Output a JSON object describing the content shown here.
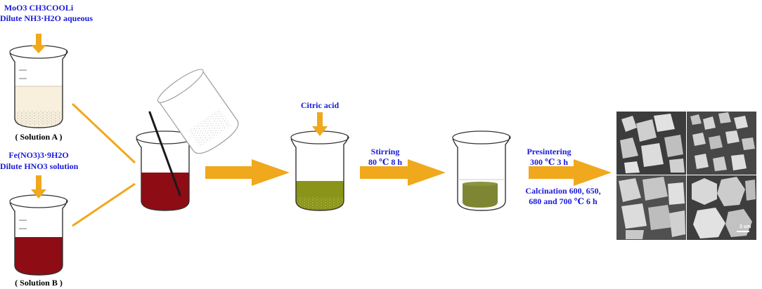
{
  "solution_a": {
    "reagent_line1": "MoO3  CH3COOLi",
    "reagent_line2": "Dilute  NH3·H2O aqueous",
    "caption": "( Solution A )"
  },
  "solution_b": {
    "reagent_line1": "Fe(NO3)3·9H2O",
    "reagent_line2": "Dilute HNO3 solution",
    "caption": "( Solution B )"
  },
  "step_citric": {
    "label": "Citric acid"
  },
  "step_stirring": {
    "line1": "Stirring",
    "line2": "80 ℃  8 h"
  },
  "step_heat": {
    "line1": "Presintering",
    "line2": "300 ℃  3 h",
    "line3": "Calcination 600, 650,",
    "line4": "680 and 700 ℃ 6 h"
  },
  "sem": {
    "scalebar": "3 um"
  },
  "colors": {
    "label_blue": "#1a1adb",
    "arrow_orange": "#f0a81c",
    "solution_a": "#f8efdc",
    "solution_red": "#8e0c14",
    "solution_olive": "#8a9418",
    "gel_olive": "#7e8634"
  }
}
